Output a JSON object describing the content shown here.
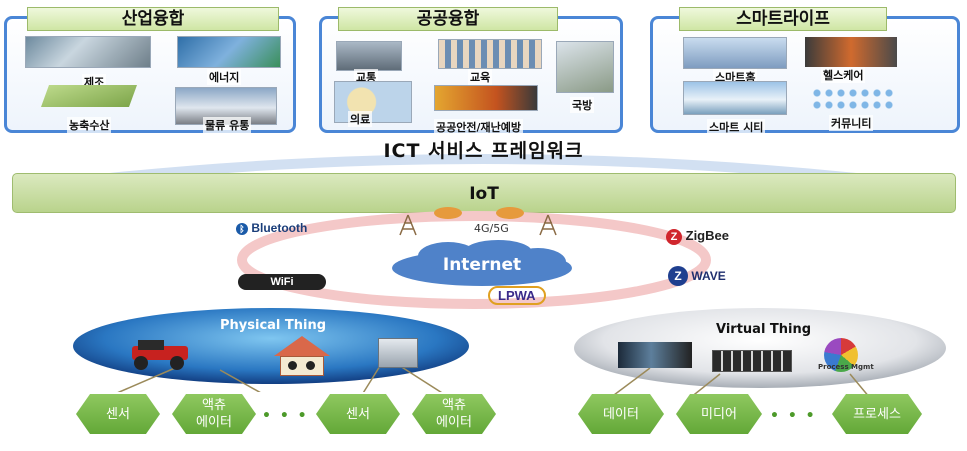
{
  "panels": {
    "industry": {
      "title": "산업융합",
      "items": [
        "제조",
        "에너지",
        "농축수산",
        "물류 유통"
      ]
    },
    "public": {
      "title": "공공융합",
      "items": [
        "교통",
        "교육",
        "국방",
        "의료",
        "공공안전/재난예방"
      ]
    },
    "smartlife": {
      "title": "스마트라이프",
      "items": [
        "스마트홈",
        "헬스케어",
        "스마트 시티",
        "커뮤니티"
      ]
    }
  },
  "framework_title": "ICT 서비스 프레임워크",
  "iot_label": "IoT",
  "network": {
    "internet": "Internet",
    "cellular": "4G/5G",
    "bluetooth": "Bluetooth",
    "zigbee": "ZigBee",
    "wifi": "WiFi",
    "zwave": "WAVE",
    "lpwa": "LPWA"
  },
  "physical": {
    "label": "Physical Thing",
    "hexes": [
      "센서",
      "액츄\n에이터",
      "센서",
      "액츄\n에이터"
    ],
    "dots": "• • •"
  },
  "virtual": {
    "label": "Virtual Thing",
    "process_label": "Process  Mgmt",
    "hexes": [
      "데이터",
      "미디어",
      "프로세스"
    ],
    "dots": "• • •"
  },
  "colors": {
    "panel_border": "#4a86d6",
    "title_green": "#cfe6a4",
    "hex_green": "#63a838",
    "cloud_blue": "#4f82c9"
  }
}
